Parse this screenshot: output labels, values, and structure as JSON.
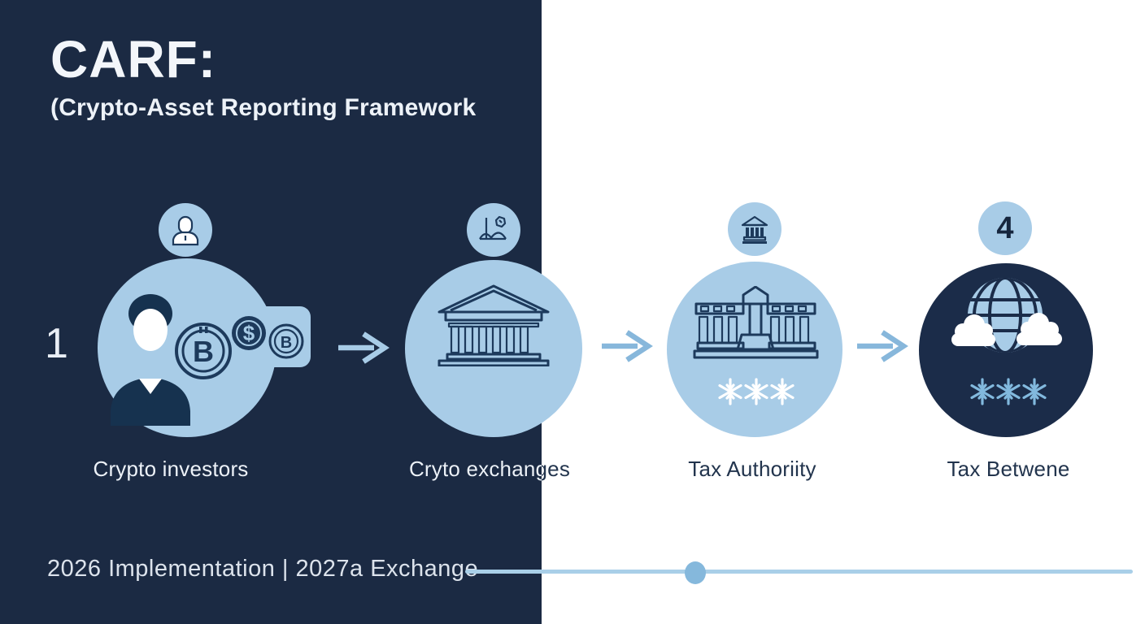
{
  "header": {
    "title": "CARF:",
    "subtitle": "(Crypto-Asset Reporting Framework"
  },
  "steps": [
    {
      "number": "1",
      "label": "Crypto investors",
      "badge_icon": "person-icon",
      "main_icon": "investor-with-bitcoin-and-money-card-icon"
    },
    {
      "label": "Cryto exchanges",
      "badge_icon": "trader-figure-icon",
      "main_icon": "bank-building-icon"
    },
    {
      "label": "Tax Authoriity",
      "badge_icon": "bank-icon",
      "main_icon": "government-buildings-icon",
      "marks": "✳✳✳"
    },
    {
      "number": "4",
      "label": "Tax Betwene",
      "badge_icon": "number-4-badge",
      "main_icon": "globe-with-clouds-icon",
      "marks": "✳✳✳"
    }
  ],
  "icon_symbols": {
    "bitcoin": "B",
    "dollar": "$"
  },
  "timeline": {
    "text": "2026 Implementation | 2027a Exchange"
  },
  "colors": {
    "navy_background": "#1b2a43",
    "dark_circle": "#1b2c49",
    "light_blue": "#a8cce7",
    "arrow_blue": "#87b7db",
    "icon_stroke_navy": "#1d3a5c",
    "timeline_line": "#a9cfe8",
    "timeline_dot": "#85b8dc"
  }
}
